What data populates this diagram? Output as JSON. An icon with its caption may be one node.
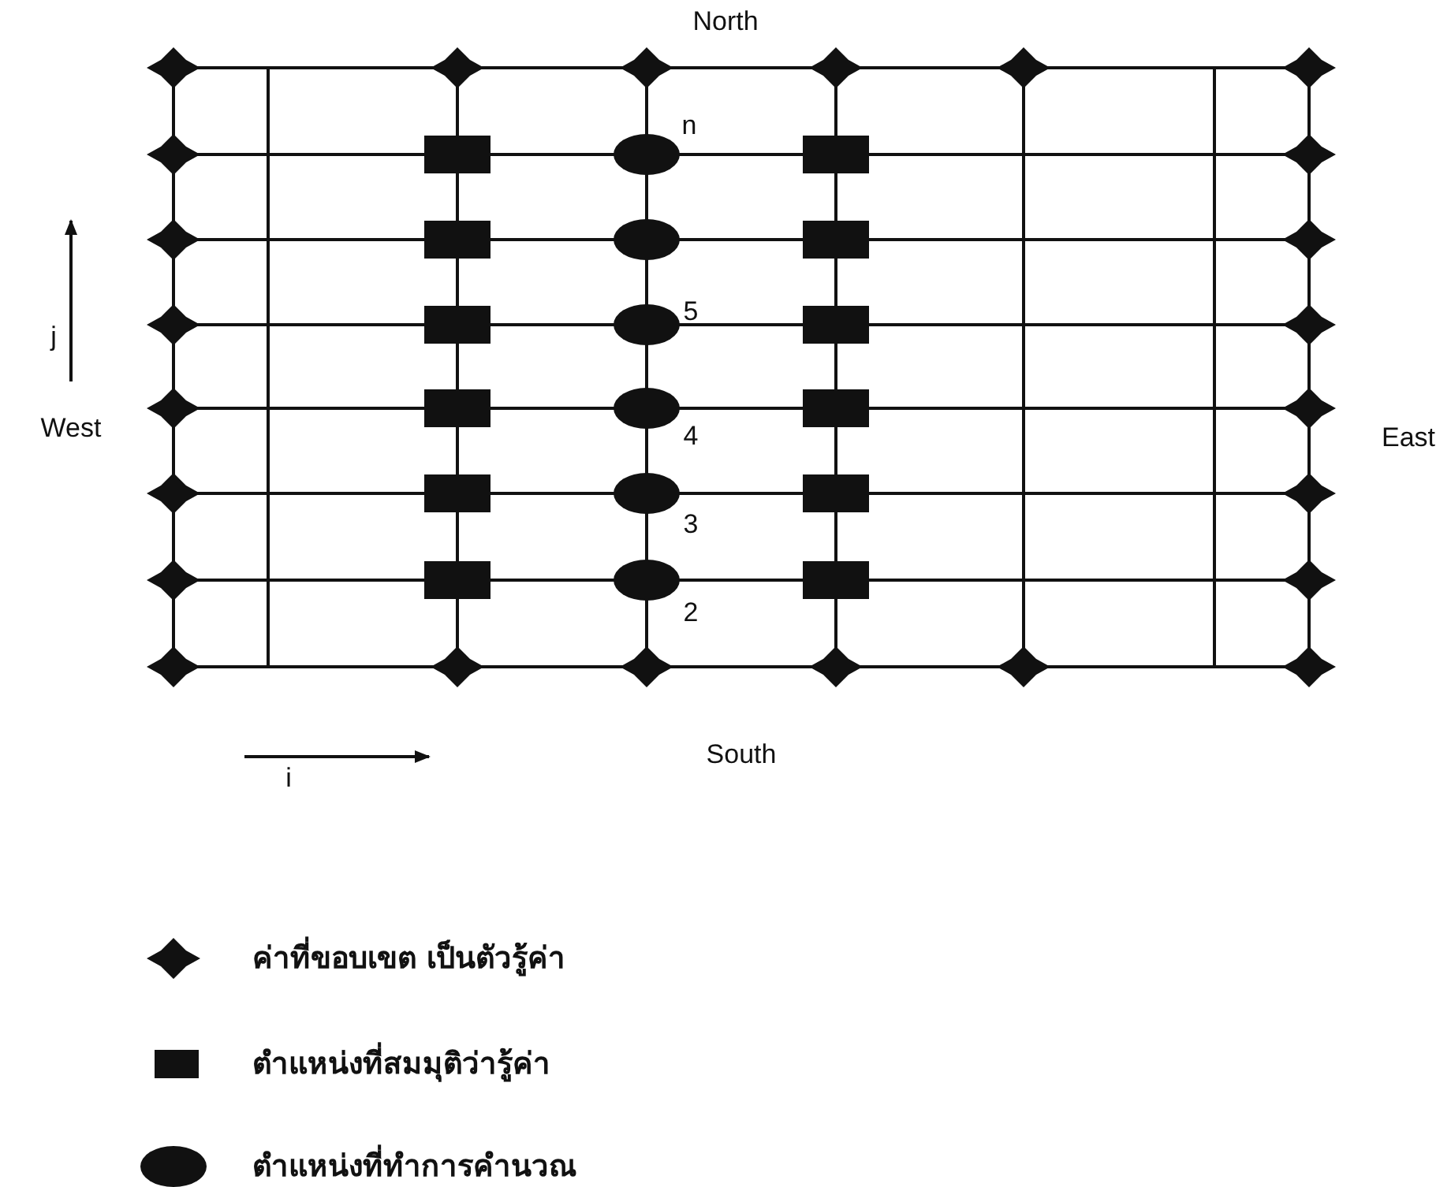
{
  "diagram": {
    "labels": [
      "North",
      "n",
      "5",
      "j",
      "4",
      "West",
      "East",
      "3",
      "2",
      "South",
      "i"
    ],
    "legend": [
      {
        "text": "ค่าที่ขอบเขต เป็นตัวรู้ค่า"
      },
      {
        "text": "ตำแหน่งที่สมมุติว่ารู้ค่า"
      },
      {
        "text": "ตำแหน่งที่ทำการคำนวณ"
      }
    ]
  }
}
